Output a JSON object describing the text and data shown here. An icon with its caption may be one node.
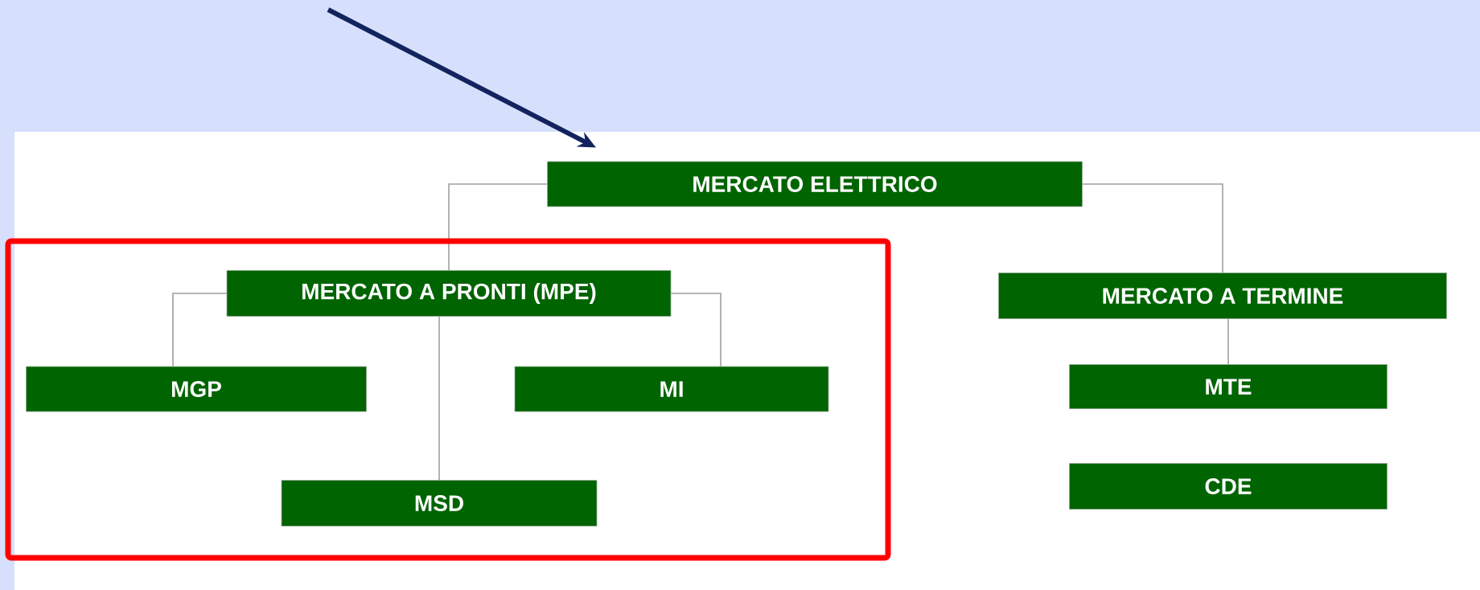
{
  "diagram": {
    "nodes": [
      {
        "text": [
          "MERCATO ELETTRICO"
        ]
      },
      {
        "text": [
          "MERCATO A PRONTI (MPE)"
        ]
      },
      {
        "text": [
          "MERCATO A TERMINE"
        ]
      },
      {
        "text": [
          "MGP"
        ]
      },
      {
        "text": [
          "MI"
        ]
      },
      {
        "text": [
          "MTE"
        ]
      },
      {
        "text": [
          "MSD"
        ]
      },
      {
        "text": [
          "CDE"
        ]
      }
    ],
    "edges": [
      {
        "from": null,
        "to": 0,
        "arrow": "to",
        "style": "thick",
        "color": "#13235e"
      },
      {
        "from": 0,
        "to": 1,
        "arrow": "none"
      },
      {
        "from": 0,
        "to": 2,
        "arrow": "none"
      },
      {
        "from": 1,
        "to": 3,
        "arrow": "none"
      },
      {
        "from": 1,
        "to": 4,
        "arrow": "none"
      },
      {
        "from": 1,
        "to": 6,
        "arrow": "none"
      },
      {
        "from": 2,
        "to": 5,
        "arrow": "none"
      }
    ]
  }
}
